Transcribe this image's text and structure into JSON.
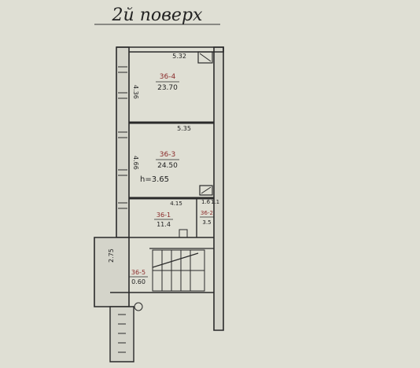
{
  "title": "2й поверх",
  "height_note": "h=3.65",
  "dimensions": {
    "top_width": "5.32",
    "mid_width": "5.35",
    "room1_depth": "4.36",
    "room2_depth": "4.66",
    "lower_width": "4.15",
    "stair_depth": "2.75",
    "small_a": "1.6",
    "small_b": "1.1"
  },
  "rooms": [
    {
      "code": "36-4",
      "area": "23.70"
    },
    {
      "code": "36-3",
      "area": "24.50"
    },
    {
      "code": "36-1",
      "area": "11.4"
    },
    {
      "code": "36-2",
      "area": "3.5"
    },
    {
      "code": "36-5",
      "area": "0.60"
    }
  ],
  "colors": {
    "paper": "#dcdcd2",
    "ink": "#2a2a2a",
    "red_ink": "#8a2a2a"
  }
}
